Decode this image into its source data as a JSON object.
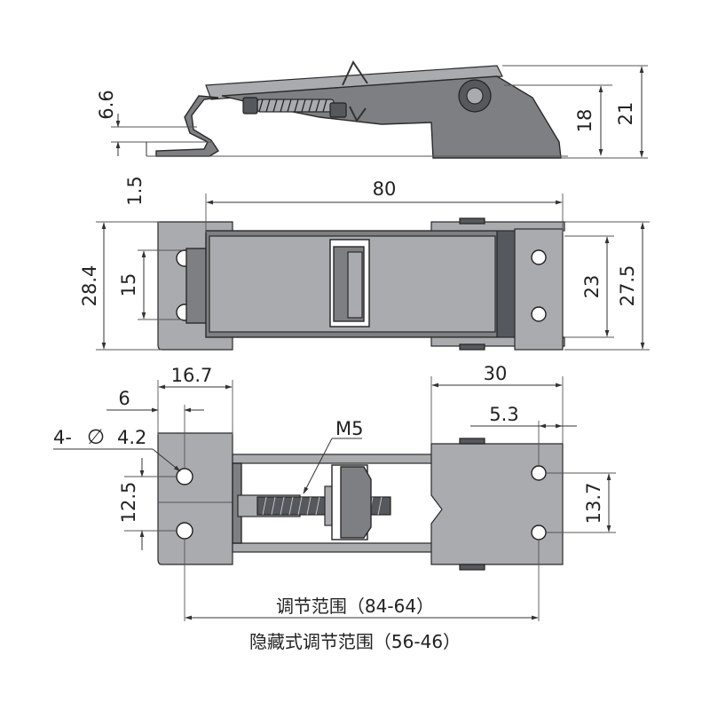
{
  "dims": {
    "side_height_small": "6.6",
    "side_height_18": "18",
    "side_height_21": "21",
    "side_gap": "1.5",
    "top_length": "80",
    "top_width_total": "28.4",
    "top_hole_spacing_left": "15",
    "top_hole_spacing_right": "23",
    "top_width_right": "27.5",
    "bottom_16_7": "16.7",
    "bottom_6": "6",
    "bottom_hole_prefix": "4-",
    "bottom_diameter_symbol": "∅",
    "bottom_hole_size": "4.2",
    "bottom_12_5": "12.5",
    "bottom_thread": "M5",
    "bottom_30": "30",
    "bottom_5_3": "5.3",
    "bottom_13_7": "13.7"
  },
  "captions": {
    "adjust_range": "调节范围（84-64）",
    "hidden_adjust_range": "隐藏式调节范围（56-46）"
  }
}
